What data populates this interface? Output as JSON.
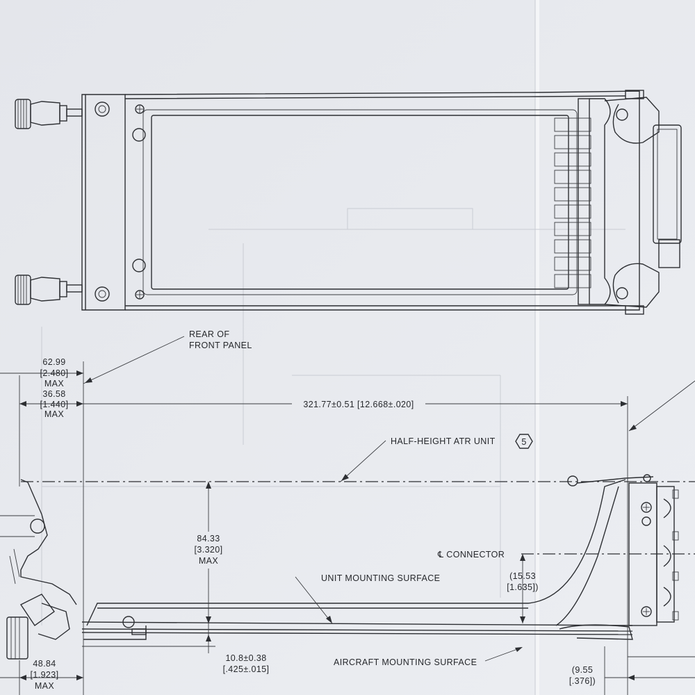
{
  "labels": {
    "rear_front_panel_1": "REAR OF",
    "rear_front_panel_2": "FRONT PANEL",
    "half_height": "HALF-HEIGHT ATR UNIT",
    "half_height_note": "5",
    "cl_connector": "℄ CONNECTOR",
    "unit_mount": "UNIT MOUNTING SURFACE",
    "aircraft_mount": "AIRCRAFT MOUNTING SURFACE"
  },
  "dims": {
    "d1_mm": "62.99",
    "d1_in": "[2.480]",
    "d1_max": "MAX",
    "d2_mm": "36.58",
    "d2_in": "[1.440]",
    "d2_max": "MAX",
    "d3": "321.77±0.51 [12.668±.020]",
    "d4_mm": "84.33",
    "d4_in": "[3.320]",
    "d4_max": "MAX",
    "d5_mm": "(15.53",
    "d5_in": "[1.635])",
    "d6_mm": "10.8±0.38",
    "d6_in": "[.425±.015]",
    "d7_mm": "48.84",
    "d7_in": "[1.923]",
    "d7_max": "MAX",
    "d8_mm": "(9.55",
    "d8_in": "[.376])"
  }
}
